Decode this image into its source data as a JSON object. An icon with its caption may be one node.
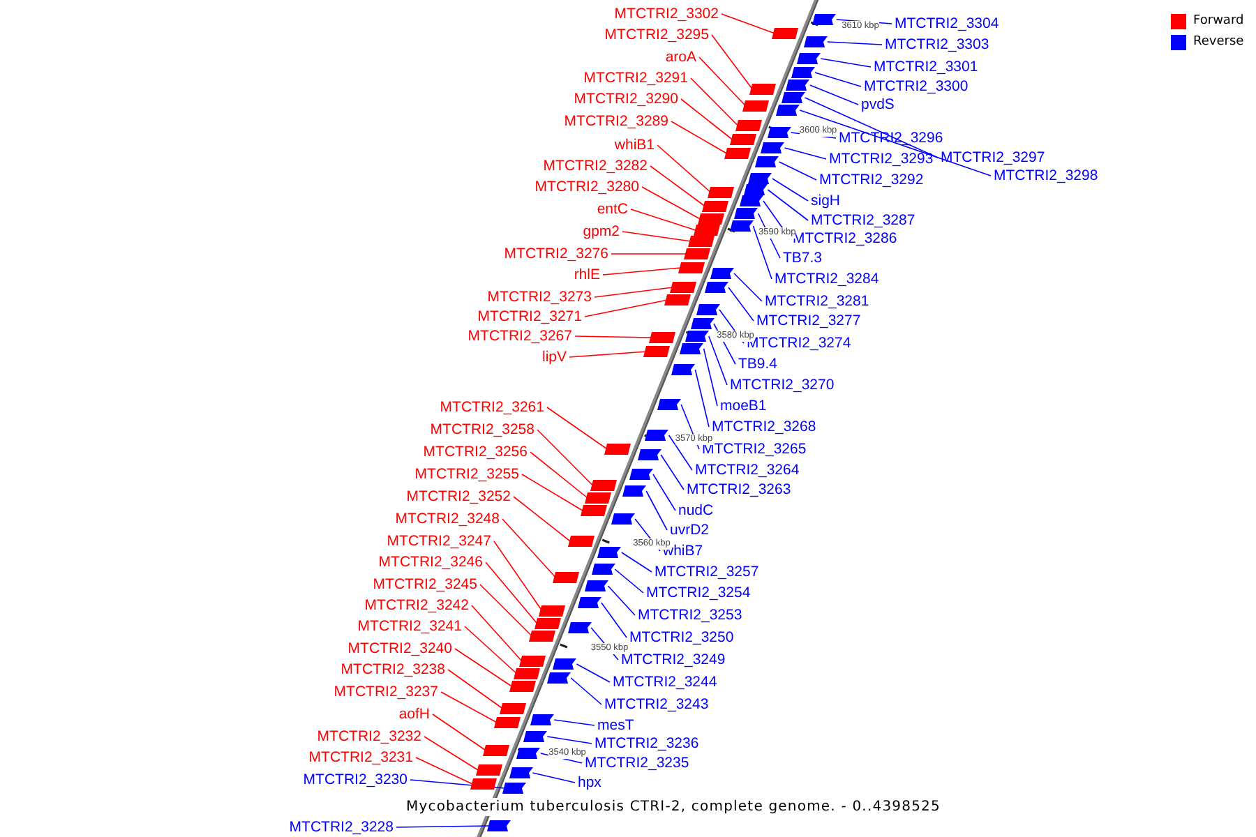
{
  "diagram": {
    "caption": "Mycobacterium tuberculosis CTRI-2, complete genome. - 0..4398525",
    "nodes": [
      {
        "text": [
          "MTCTRI2_3302"
        ]
      },
      {
        "text": [
          "MTCTRI2_3295"
        ]
      },
      {
        "text": [
          "aroA"
        ]
      },
      {
        "text": [
          "MTCTRI2_3291"
        ]
      },
      {
        "text": [
          "MTCTRI2_3290"
        ]
      },
      {
        "text": [
          "MTCTRI2_3289"
        ]
      },
      {
        "text": [
          "whiB1"
        ]
      },
      {
        "text": [
          "MTCTRI2_3282"
        ]
      },
      {
        "text": [
          "MTCTRI2_3280"
        ]
      },
      {
        "text": [
          "entC"
        ]
      },
      {
        "text": [
          "gpm2"
        ]
      },
      {
        "text": [
          "MTCTRI2_3276"
        ]
      },
      {
        "text": [
          "rhlE"
        ]
      },
      {
        "text": [
          "MTCTRI2_3273"
        ]
      },
      {
        "text": [
          "MTCTRI2_3271"
        ]
      },
      {
        "text": [
          "MTCTRI2_3267"
        ]
      },
      {
        "text": [
          "lipV"
        ]
      },
      {
        "text": [
          "MTCTRI2_3261"
        ]
      },
      {
        "text": [
          "MTCTRI2_3258"
        ]
      },
      {
        "text": [
          "MTCTRI2_3256"
        ]
      },
      {
        "text": [
          "MTCTRI2_3255"
        ]
      },
      {
        "text": [
          "MTCTRI2_3252"
        ]
      },
      {
        "text": [
          "MTCTRI2_3248"
        ]
      },
      {
        "text": [
          "MTCTRI2_3247"
        ]
      },
      {
        "text": [
          "MTCTRI2_3246"
        ]
      },
      {
        "text": [
          "MTCTRI2_3245"
        ]
      },
      {
        "text": [
          "MTCTRI2_3242"
        ]
      },
      {
        "text": [
          "MTCTRI2_3241"
        ]
      },
      {
        "text": [
          "MTCTRI2_3240"
        ]
      },
      {
        "text": [
          "MTCTRI2_3238"
        ]
      },
      {
        "text": [
          "MTCTRI2_3237"
        ]
      },
      {
        "text": [
          "aofH"
        ]
      },
      {
        "text": [
          "MTCTRI2_3232"
        ]
      },
      {
        "text": [
          "MTCTRI2_3231"
        ]
      },
      {
        "text": [
          "MTCTRI2_3230"
        ]
      },
      {
        "text": [
          "MTCTRI2_3228"
        ]
      },
      {
        "text": [
          "MTCTRI2_3304"
        ]
      },
      {
        "text": [
          "MTCTRI2_3303"
        ]
      },
      {
        "text": [
          "MTCTRI2_3301"
        ]
      },
      {
        "text": [
          "MTCTRI2_3300"
        ]
      },
      {
        "text": [
          "pvdS"
        ]
      },
      {
        "text": [
          "MTCTRI2_3296"
        ]
      },
      {
        "text": [
          "MTCTRI2_3293"
        ]
      },
      {
        "text": [
          "MTCTRI2_3297"
        ]
      },
      {
        "text": [
          "MTCTRI2_3298"
        ]
      },
      {
        "text": [
          "MTCTRI2_3292"
        ]
      },
      {
        "text": [
          "sigH"
        ]
      },
      {
        "text": [
          "MTCTRI2_3287"
        ]
      },
      {
        "text": [
          "MTCTRI2_3286"
        ]
      },
      {
        "text": [
          "TB7.3"
        ]
      },
      {
        "text": [
          "MTCTRI2_3284"
        ]
      },
      {
        "text": [
          "MTCTRI2_3281"
        ]
      },
      {
        "text": [
          "MTCTRI2_3277"
        ]
      },
      {
        "text": [
          "MTCTRI2_3274"
        ]
      },
      {
        "text": [
          "TB9.4"
        ]
      },
      {
        "text": [
          "MTCTRI2_3270"
        ]
      },
      {
        "text": [
          "moeB1"
        ]
      },
      {
        "text": [
          "MTCTRI2_3268"
        ]
      },
      {
        "text": [
          "MTCTRI2_3265"
        ]
      },
      {
        "text": [
          "MTCTRI2_3264"
        ]
      },
      {
        "text": [
          "MTCTRI2_3263"
        ]
      },
      {
        "text": [
          "nudC"
        ]
      },
      {
        "text": [
          "uvrD2"
        ]
      },
      {
        "text": [
          "whiB7"
        ]
      },
      {
        "text": [
          "MTCTRI2_3257"
        ]
      },
      {
        "text": [
          "MTCTRI2_3254"
        ]
      },
      {
        "text": [
          "MTCTRI2_3253"
        ]
      },
      {
        "text": [
          "MTCTRI2_3250"
        ]
      },
      {
        "text": [
          "MTCTRI2_3249"
        ]
      },
      {
        "text": [
          "MTCTRI2_3244"
        ]
      },
      {
        "text": [
          "MTCTRI2_3243"
        ]
      },
      {
        "text": [
          "mesT"
        ]
      },
      {
        "text": [
          "MTCTRI2_3236"
        ]
      },
      {
        "text": [
          "MTCTRI2_3235"
        ]
      },
      {
        "text": [
          "hpx"
        ]
      },
      {
        "text": [],
        "shape": "box"
      },
      {
        "text": [],
        "shape": "box"
      },
      {
        "text": [],
        "shape": "box"
      },
      {
        "text": [],
        "shape": "box"
      },
      {
        "text": [],
        "shape": "box"
      },
      {
        "text": [],
        "shape": "box"
      },
      {
        "text": [],
        "shape": "box"
      },
      {
        "text": [],
        "shape": "box"
      },
      {
        "text": [],
        "shape": "box"
      },
      {
        "text": [],
        "shape": "box"
      },
      {
        "text": [],
        "shape": "box"
      },
      {
        "text": [],
        "shape": "box"
      },
      {
        "text": [],
        "shape": "box"
      },
      {
        "text": [],
        "shape": "box"
      },
      {
        "text": [],
        "shape": "box"
      },
      {
        "text": [],
        "shape": "box"
      },
      {
        "text": [],
        "shape": "box"
      },
      {
        "text": [],
        "shape": "box"
      },
      {
        "text": [],
        "shape": "box"
      },
      {
        "text": [],
        "shape": "box"
      },
      {
        "text": [],
        "shape": "box"
      },
      {
        "text": [],
        "shape": "box"
      },
      {
        "text": [],
        "shape": "box"
      },
      {
        "text": [],
        "shape": "box"
      },
      {
        "text": [],
        "shape": "box"
      },
      {
        "text": [],
        "shape": "box"
      },
      {
        "text": [],
        "shape": "box"
      },
      {
        "text": [],
        "shape": "box"
      },
      {
        "text": [],
        "shape": "box"
      },
      {
        "text": [],
        "shape": "box"
      },
      {
        "text": [],
        "shape": "box"
      },
      {
        "text": [],
        "shape": "box"
      },
      {
        "text": [],
        "shape": "box"
      },
      {
        "text": [],
        "shape": "box"
      },
      {
        "text": [],
        "shape": "box"
      },
      {
        "text": [],
        "shape": "box"
      },
      {
        "text": [],
        "shape": "box"
      },
      {
        "text": [],
        "shape": "box"
      },
      {
        "text": [],
        "shape": "box"
      },
      {
        "text": [],
        "shape": "box"
      },
      {
        "text": [],
        "shape": "box"
      },
      {
        "text": [],
        "shape": "box"
      },
      {
        "text": [],
        "shape": "box"
      },
      {
        "text": [],
        "shape": "box"
      },
      {
        "text": [],
        "shape": "box"
      },
      {
        "text": [],
        "shape": "box"
      },
      {
        "text": [],
        "shape": "box"
      },
      {
        "text": [],
        "shape": "box"
      },
      {
        "text": [],
        "shape": "box"
      },
      {
        "text": [],
        "shape": "box"
      },
      {
        "text": [],
        "shape": "box"
      },
      {
        "text": [],
        "shape": "box"
      },
      {
        "text": [],
        "shape": "box"
      },
      {
        "text": [],
        "shape": "box"
      },
      {
        "text": [],
        "shape": "box"
      },
      {
        "text": [],
        "shape": "box"
      },
      {
        "text": [],
        "shape": "box"
      },
      {
        "text": [],
        "shape": "box"
      },
      {
        "text": [],
        "shape": "box"
      },
      {
        "text": [],
        "shape": "box"
      },
      {
        "text": [],
        "shape": "box"
      },
      {
        "text": [],
        "shape": "box"
      },
      {
        "text": [],
        "shape": "box"
      },
      {
        "text": [],
        "shape": "box"
      },
      {
        "text": [],
        "shape": "box"
      },
      {
        "text": [],
        "shape": "box"
      },
      {
        "text": [],
        "shape": "box"
      },
      {
        "text": [],
        "shape": "box"
      },
      {
        "text": [],
        "shape": "box"
      },
      {
        "text": [],
        "shape": "box"
      },
      {
        "text": [],
        "shape": "box"
      },
      {
        "text": [],
        "shape": "box"
      },
      {
        "text": [],
        "shape": "box"
      },
      {
        "text": [],
        "shape": "box"
      },
      {
        "text": [],
        "shape": "box"
      }
    ],
    "edges": [
      {
        "from": 0,
        "to": 75,
        "arrow": "none",
        "color": "#ff0000"
      },
      {
        "from": 1,
        "to": 76,
        "arrow": "none",
        "color": "#ff0000"
      },
      {
        "from": 2,
        "to": 77,
        "arrow": "none",
        "color": "#ff0000"
      },
      {
        "from": 3,
        "to": 78,
        "arrow": "none",
        "color": "#ff0000"
      },
      {
        "from": 4,
        "to": 79,
        "arrow": "none",
        "color": "#ff0000"
      },
      {
        "from": 5,
        "to": 80,
        "arrow": "none",
        "color": "#ff0000"
      },
      {
        "from": 6,
        "to": 81,
        "arrow": "none",
        "color": "#ff0000"
      },
      {
        "from": 7,
        "to": 82,
        "arrow": "none",
        "color": "#ff0000"
      },
      {
        "from": 8,
        "to": 83,
        "arrow": "none",
        "color": "#ff0000"
      },
      {
        "from": 9,
        "to": 84,
        "arrow": "none",
        "color": "#ff0000"
      },
      {
        "from": 10,
        "to": 85,
        "arrow": "none",
        "color": "#ff0000"
      },
      {
        "from": 11,
        "to": 86,
        "arrow": "none",
        "color": "#ff0000"
      },
      {
        "from": 12,
        "to": 87,
        "arrow": "none",
        "color": "#ff0000"
      },
      {
        "from": 13,
        "to": 88,
        "arrow": "none",
        "color": "#ff0000"
      },
      {
        "from": 14,
        "to": 89,
        "arrow": "none",
        "color": "#ff0000"
      },
      {
        "from": 15,
        "to": 90,
        "arrow": "none",
        "color": "#ff0000"
      },
      {
        "from": 16,
        "to": 91,
        "arrow": "none",
        "color": "#ff0000"
      },
      {
        "from": 17,
        "to": 92,
        "arrow": "none",
        "color": "#ff0000"
      },
      {
        "from": 18,
        "to": 93,
        "arrow": "none",
        "color": "#ff0000"
      },
      {
        "from": 19,
        "to": 94,
        "arrow": "none",
        "color": "#ff0000"
      },
      {
        "from": 20,
        "to": 95,
        "arrow": "none",
        "color": "#ff0000"
      },
      {
        "from": 21,
        "to": 96,
        "arrow": "none",
        "color": "#ff0000"
      },
      {
        "from": 22,
        "to": 97,
        "arrow": "none",
        "color": "#ff0000"
      },
      {
        "from": 23,
        "to": 98,
        "arrow": "none",
        "color": "#ff0000"
      },
      {
        "from": 24,
        "to": 99,
        "arrow": "none",
        "color": "#ff0000"
      },
      {
        "from": 25,
        "to": 100,
        "arrow": "none",
        "color": "#ff0000"
      },
      {
        "from": 26,
        "to": 101,
        "arrow": "none",
        "color": "#ff0000"
      },
      {
        "from": 27,
        "to": 102,
        "arrow": "none",
        "color": "#ff0000"
      },
      {
        "from": 28,
        "to": 103,
        "arrow": "none",
        "color": "#ff0000"
      },
      {
        "from": 29,
        "to": 104,
        "arrow": "none",
        "color": "#ff0000"
      },
      {
        "from": 30,
        "to": 105,
        "arrow": "none",
        "color": "#ff0000"
      },
      {
        "from": 31,
        "to": 106,
        "arrow": "none",
        "color": "#ff0000"
      },
      {
        "from": 32,
        "to": 107,
        "arrow": "none",
        "color": "#ff0000"
      },
      {
        "from": 33,
        "to": 108,
        "arrow": "none",
        "color": "#ff0000"
      },
      {
        "from": 34,
        "to": 109,
        "arrow": "none"
      },
      {
        "from": 35,
        "to": 110,
        "arrow": "none"
      },
      {
        "from": 36,
        "to": 111,
        "arrow": "none"
      },
      {
        "from": 37,
        "to": 112,
        "arrow": "none"
      },
      {
        "from": 38,
        "to": 113,
        "arrow": "none"
      },
      {
        "from": 39,
        "to": 114,
        "arrow": "none"
      },
      {
        "from": 40,
        "to": 115,
        "arrow": "none"
      },
      {
        "from": 41,
        "to": 116,
        "arrow": "none"
      },
      {
        "from": 42,
        "to": 117,
        "arrow": "none"
      },
      {
        "from": 43,
        "to": 118,
        "arrow": "none"
      },
      {
        "from": 44,
        "to": 119,
        "arrow": "none"
      },
      {
        "from": 45,
        "to": 120,
        "arrow": "none"
      },
      {
        "from": 46,
        "to": 121,
        "arrow": "none"
      },
      {
        "from": 47,
        "to": 122,
        "arrow": "none"
      },
      {
        "from": 48,
        "to": 123,
        "arrow": "none"
      },
      {
        "from": 49,
        "to": 124,
        "arrow": "none"
      },
      {
        "from": 50,
        "to": 125,
        "arrow": "none"
      },
      {
        "from": 51,
        "to": 126,
        "arrow": "none"
      },
      {
        "from": 52,
        "to": 127,
        "arrow": "none"
      },
      {
        "from": 53,
        "to": 128,
        "arrow": "none"
      },
      {
        "from": 54,
        "to": 129,
        "arrow": "none"
      },
      {
        "from": 55,
        "to": 130,
        "arrow": "none"
      },
      {
        "from": 56,
        "to": 131,
        "arrow": "none"
      },
      {
        "from": 57,
        "to": 132,
        "arrow": "none"
      },
      {
        "from": 58,
        "to": 133,
        "arrow": "none"
      },
      {
        "from": 59,
        "to": 134,
        "arrow": "none"
      },
      {
        "from": 60,
        "to": 135,
        "arrow": "none"
      },
      {
        "from": 61,
        "to": 136,
        "arrow": "none"
      },
      {
        "from": 62,
        "to": 137,
        "arrow": "none"
      },
      {
        "from": 63,
        "to": 138,
        "arrow": "none"
      },
      {
        "from": 64,
        "to": 139,
        "arrow": "none"
      },
      {
        "from": 65,
        "to": 140,
        "arrow": "none"
      },
      {
        "from": 66,
        "to": 141,
        "arrow": "none"
      },
      {
        "from": 67,
        "to": 142,
        "arrow": "none"
      },
      {
        "from": 68,
        "to": 143,
        "arrow": "none"
      },
      {
        "from": 69,
        "to": 144,
        "arrow": "none"
      },
      {
        "from": 70,
        "to": 145,
        "arrow": "none"
      },
      {
        "from": 71,
        "to": 146,
        "arrow": "none"
      },
      {
        "from": 72,
        "to": 147,
        "arrow": "none"
      },
      {
        "from": 73,
        "to": 148,
        "arrow": "none"
      },
      {
        "from": 74,
        "to": 149,
        "arrow": "none"
      }
    ],
    "labels": [
      "3610 kbp",
      "3600 kbp",
      "3590 kbp",
      "3580 kbp",
      "3570 kbp",
      "3560 kbp",
      "3550 kbp",
      "3540 kbp"
    ],
    "legend": [
      {
        "text": "Forward",
        "color": "#ff0000"
      },
      {
        "text": "Reverse",
        "color": "#0000ff"
      }
    ]
  }
}
